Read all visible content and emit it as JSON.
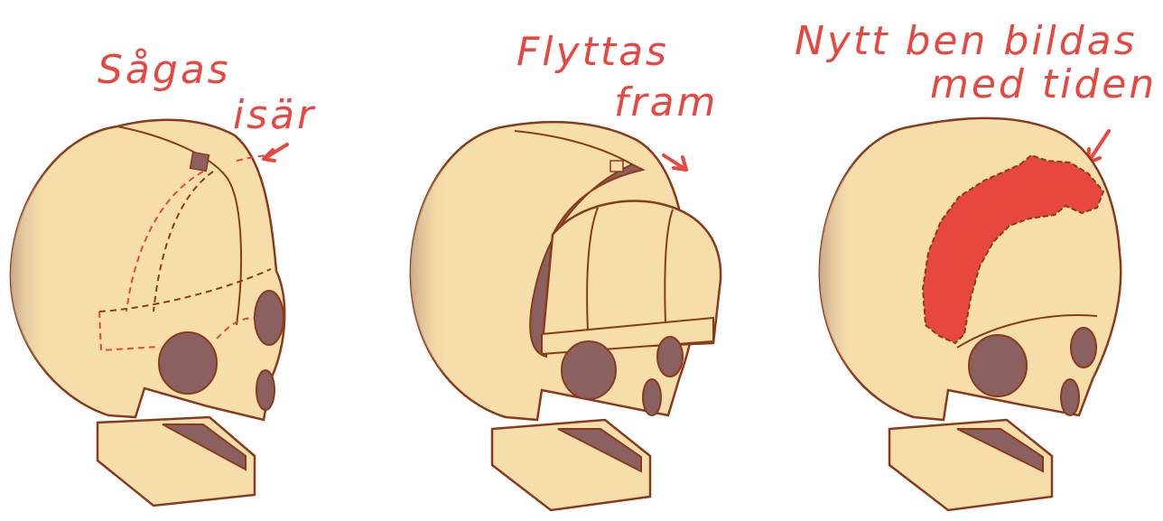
{
  "colors": {
    "bone": "#f6deaa",
    "bone_shadow": "#d9b993",
    "outline": "#8a3a1c",
    "cavity": "#8a6060",
    "accent": "#e8473f",
    "background": "#ffffff"
  },
  "panels": [
    {
      "label_lines": [
        "Sågas",
        "isär"
      ]
    },
    {
      "label_lines": [
        "Flyttas",
        "fram"
      ]
    },
    {
      "label_lines": [
        "Nytt ben bildas",
        "med tiden"
      ]
    }
  ]
}
